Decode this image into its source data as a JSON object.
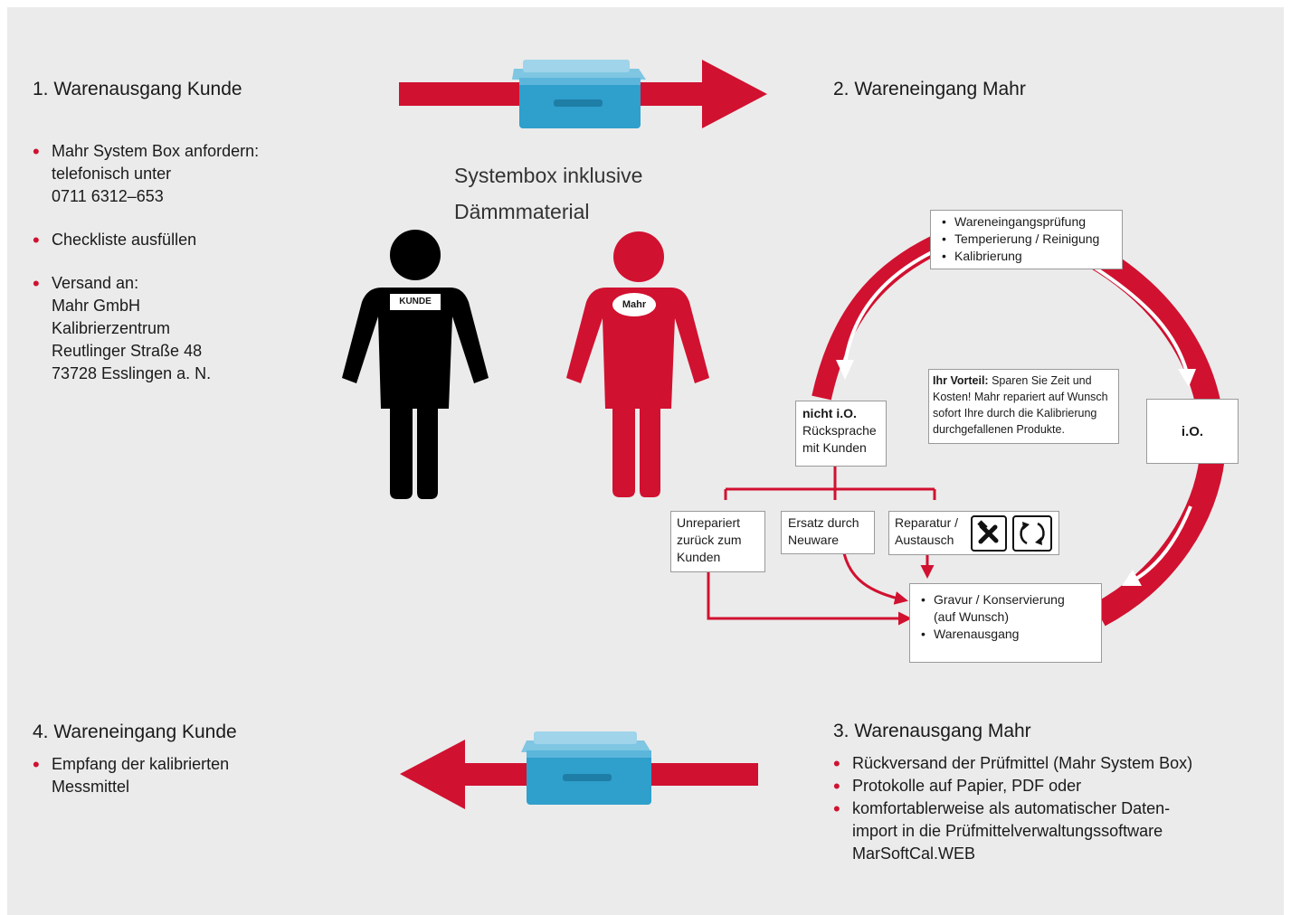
{
  "steps": {
    "s1": {
      "title": "1. Warenausgang Kunde",
      "bullets": [
        [
          "Mahr System Box anfordern:",
          "telefonisch unter",
          "0711 6312–653"
        ],
        [
          "Checkliste ausfüllen"
        ],
        [
          "Versand an:",
          "Mahr GmbH",
          "Kalibrierzentrum",
          "Reutlinger Straße 48",
          "73728 Esslingen a. N."
        ]
      ]
    },
    "s2": {
      "title": "2. Wareneingang Mahr"
    },
    "s3": {
      "title": "3. Warenausgang Mahr",
      "bullets": [
        [
          "Rückversand der Prüfmittel (Mahr System Box)"
        ],
        [
          "Protokolle auf Papier, PDF oder"
        ],
        [
          "komfortablerweise als automatischer Daten-",
          "import in die Prüfmittelverwaltungssoftware",
          "MarSoftCal.WEB"
        ]
      ]
    },
    "s4": {
      "title": "4. Wareneingang Kunde",
      "bullets": [
        [
          "Empfang der kalibrierten",
          "Messmittel"
        ]
      ]
    }
  },
  "systembox_caption": [
    "Systembox inklusive",
    "Dämmmaterial"
  ],
  "figures": {
    "customer_label": "KUNDE",
    "mahr_label": "Mahr"
  },
  "cycle": {
    "top_box": [
      "Wareneingangsprüfung",
      "Temperierung / Reinigung",
      "Kalibrierung"
    ],
    "advantage": {
      "bold": "Ihr Vorteil:",
      "lines": [
        " Sparen Sie Zeit und",
        "Kosten! Mahr repariert auf Wunsch",
        "sofort Ihre durch die Kalibrierung",
        "durchgefallenen Produkte."
      ]
    },
    "nio": {
      "bold": "nicht i.O.",
      "lines": [
        "Rücksprache",
        "mit Kunden"
      ]
    },
    "io": "i.O.",
    "options": {
      "unrepaired": [
        "Unrepariert",
        "zurück zum",
        "Kunden"
      ],
      "replacement": [
        "Ersatz durch",
        "Neuware"
      ],
      "repair": [
        "Reparatur /",
        "Austausch"
      ]
    },
    "bottom_box": {
      "items": [
        "Gravur / Konservierung",
        "Warenausgang"
      ],
      "sub": "(auf Wunsch)"
    }
  },
  "icons": [
    "tools-icon",
    "exchange-icon",
    "systembox-icon",
    "person-icon"
  ],
  "colors": {
    "accent": "#d11130",
    "background": "#ebebeb",
    "box_blue": "#2f9fcc"
  }
}
